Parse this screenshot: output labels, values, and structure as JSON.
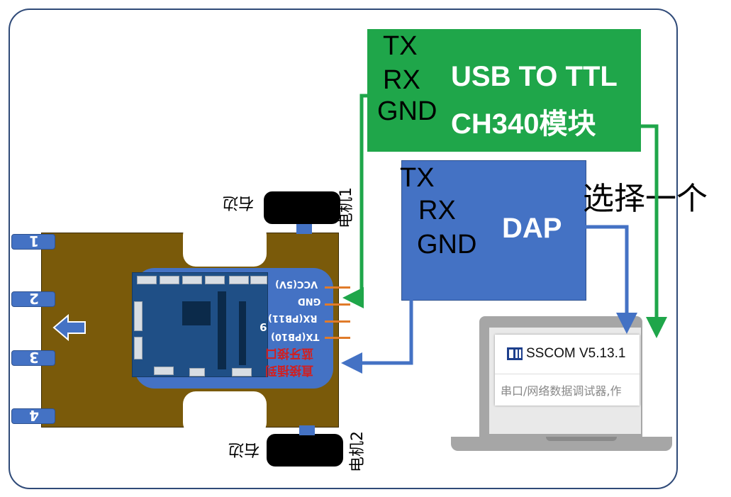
{
  "modules": {
    "usb_ttl": {
      "pins": [
        "TX",
        "RX",
        "GND"
      ],
      "title_line1": "USB TO TTL",
      "title_line2": "CH340模块",
      "color": "#1fa64a"
    },
    "dap": {
      "pins": [
        "TX",
        "RX",
        "GND"
      ],
      "title": "DAP",
      "color": "#4472c4"
    },
    "choose_one": "选择一个"
  },
  "board": {
    "pins": [
      "VCC(5V)",
      "GND",
      "RX(PB11)",
      "TX(PB10)"
    ],
    "note_line1": "蓝牙接口",
    "note_line2": "直接插到",
    "marker": "9"
  },
  "car": {
    "sensors": [
      "1",
      "2",
      "3",
      "4"
    ],
    "motor1_label": "电机1",
    "motor2_label": "电机2",
    "right_label_top": "右边",
    "right_label_bottom": "右边",
    "chassis_color": "#7a5a0a"
  },
  "laptop": {
    "app_title": "SSCOM V5.13.1",
    "app_subtitle": "串口/网络数据调试器,作"
  }
}
